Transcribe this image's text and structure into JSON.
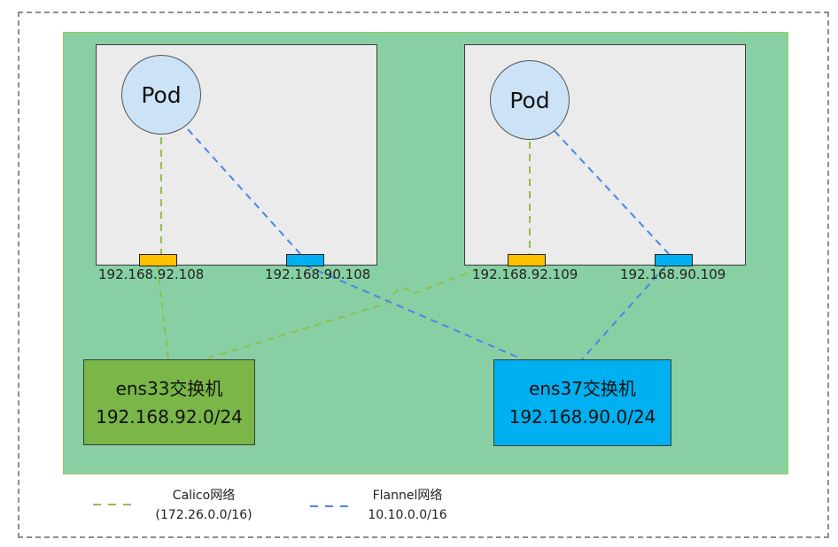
{
  "diagram": {
    "nodes": [
      {
        "pod_label": "Pod",
        "calico_ip": "192.168.92.108",
        "flannel_ip": "192.168.90.108"
      },
      {
        "pod_label": "Pod",
        "calico_ip": "192.168.92.109",
        "flannel_ip": "192.168.90.109"
      }
    ],
    "switches": [
      {
        "name": "ens33交换机",
        "subnet": "192.168.92.0/24",
        "color": "#7ab648"
      },
      {
        "name": "ens37交换机",
        "subnet": "192.168.90.0/24",
        "color": "#00b0f0"
      }
    ],
    "legend": {
      "calico": {
        "name": "Calico网络",
        "cidr": "(172.26.0.0/16)",
        "color": "#8fbf4f"
      },
      "flannel": {
        "name": "Flannel网络",
        "cidr": "10.10.0.0/16",
        "color": "#4a86e8"
      }
    },
    "colors": {
      "cluster_bg": "#88d0a4",
      "node_bg": "#ebebeb",
      "pod_bg": "#cce2f7",
      "calico_nic": "#ffc000",
      "flannel_nic": "#00b0f0"
    }
  }
}
